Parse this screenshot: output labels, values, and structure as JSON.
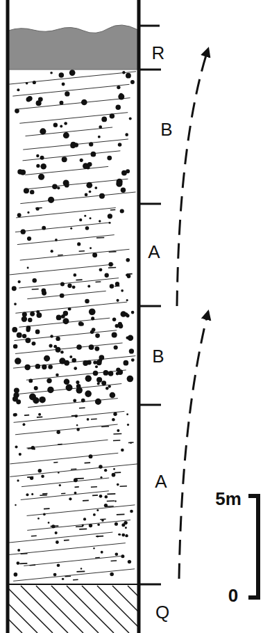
{
  "diagram": {
    "labels": [
      "R",
      "B",
      "A",
      "B",
      "A",
      "Q",
      "5m",
      "0"
    ]
  }
}
